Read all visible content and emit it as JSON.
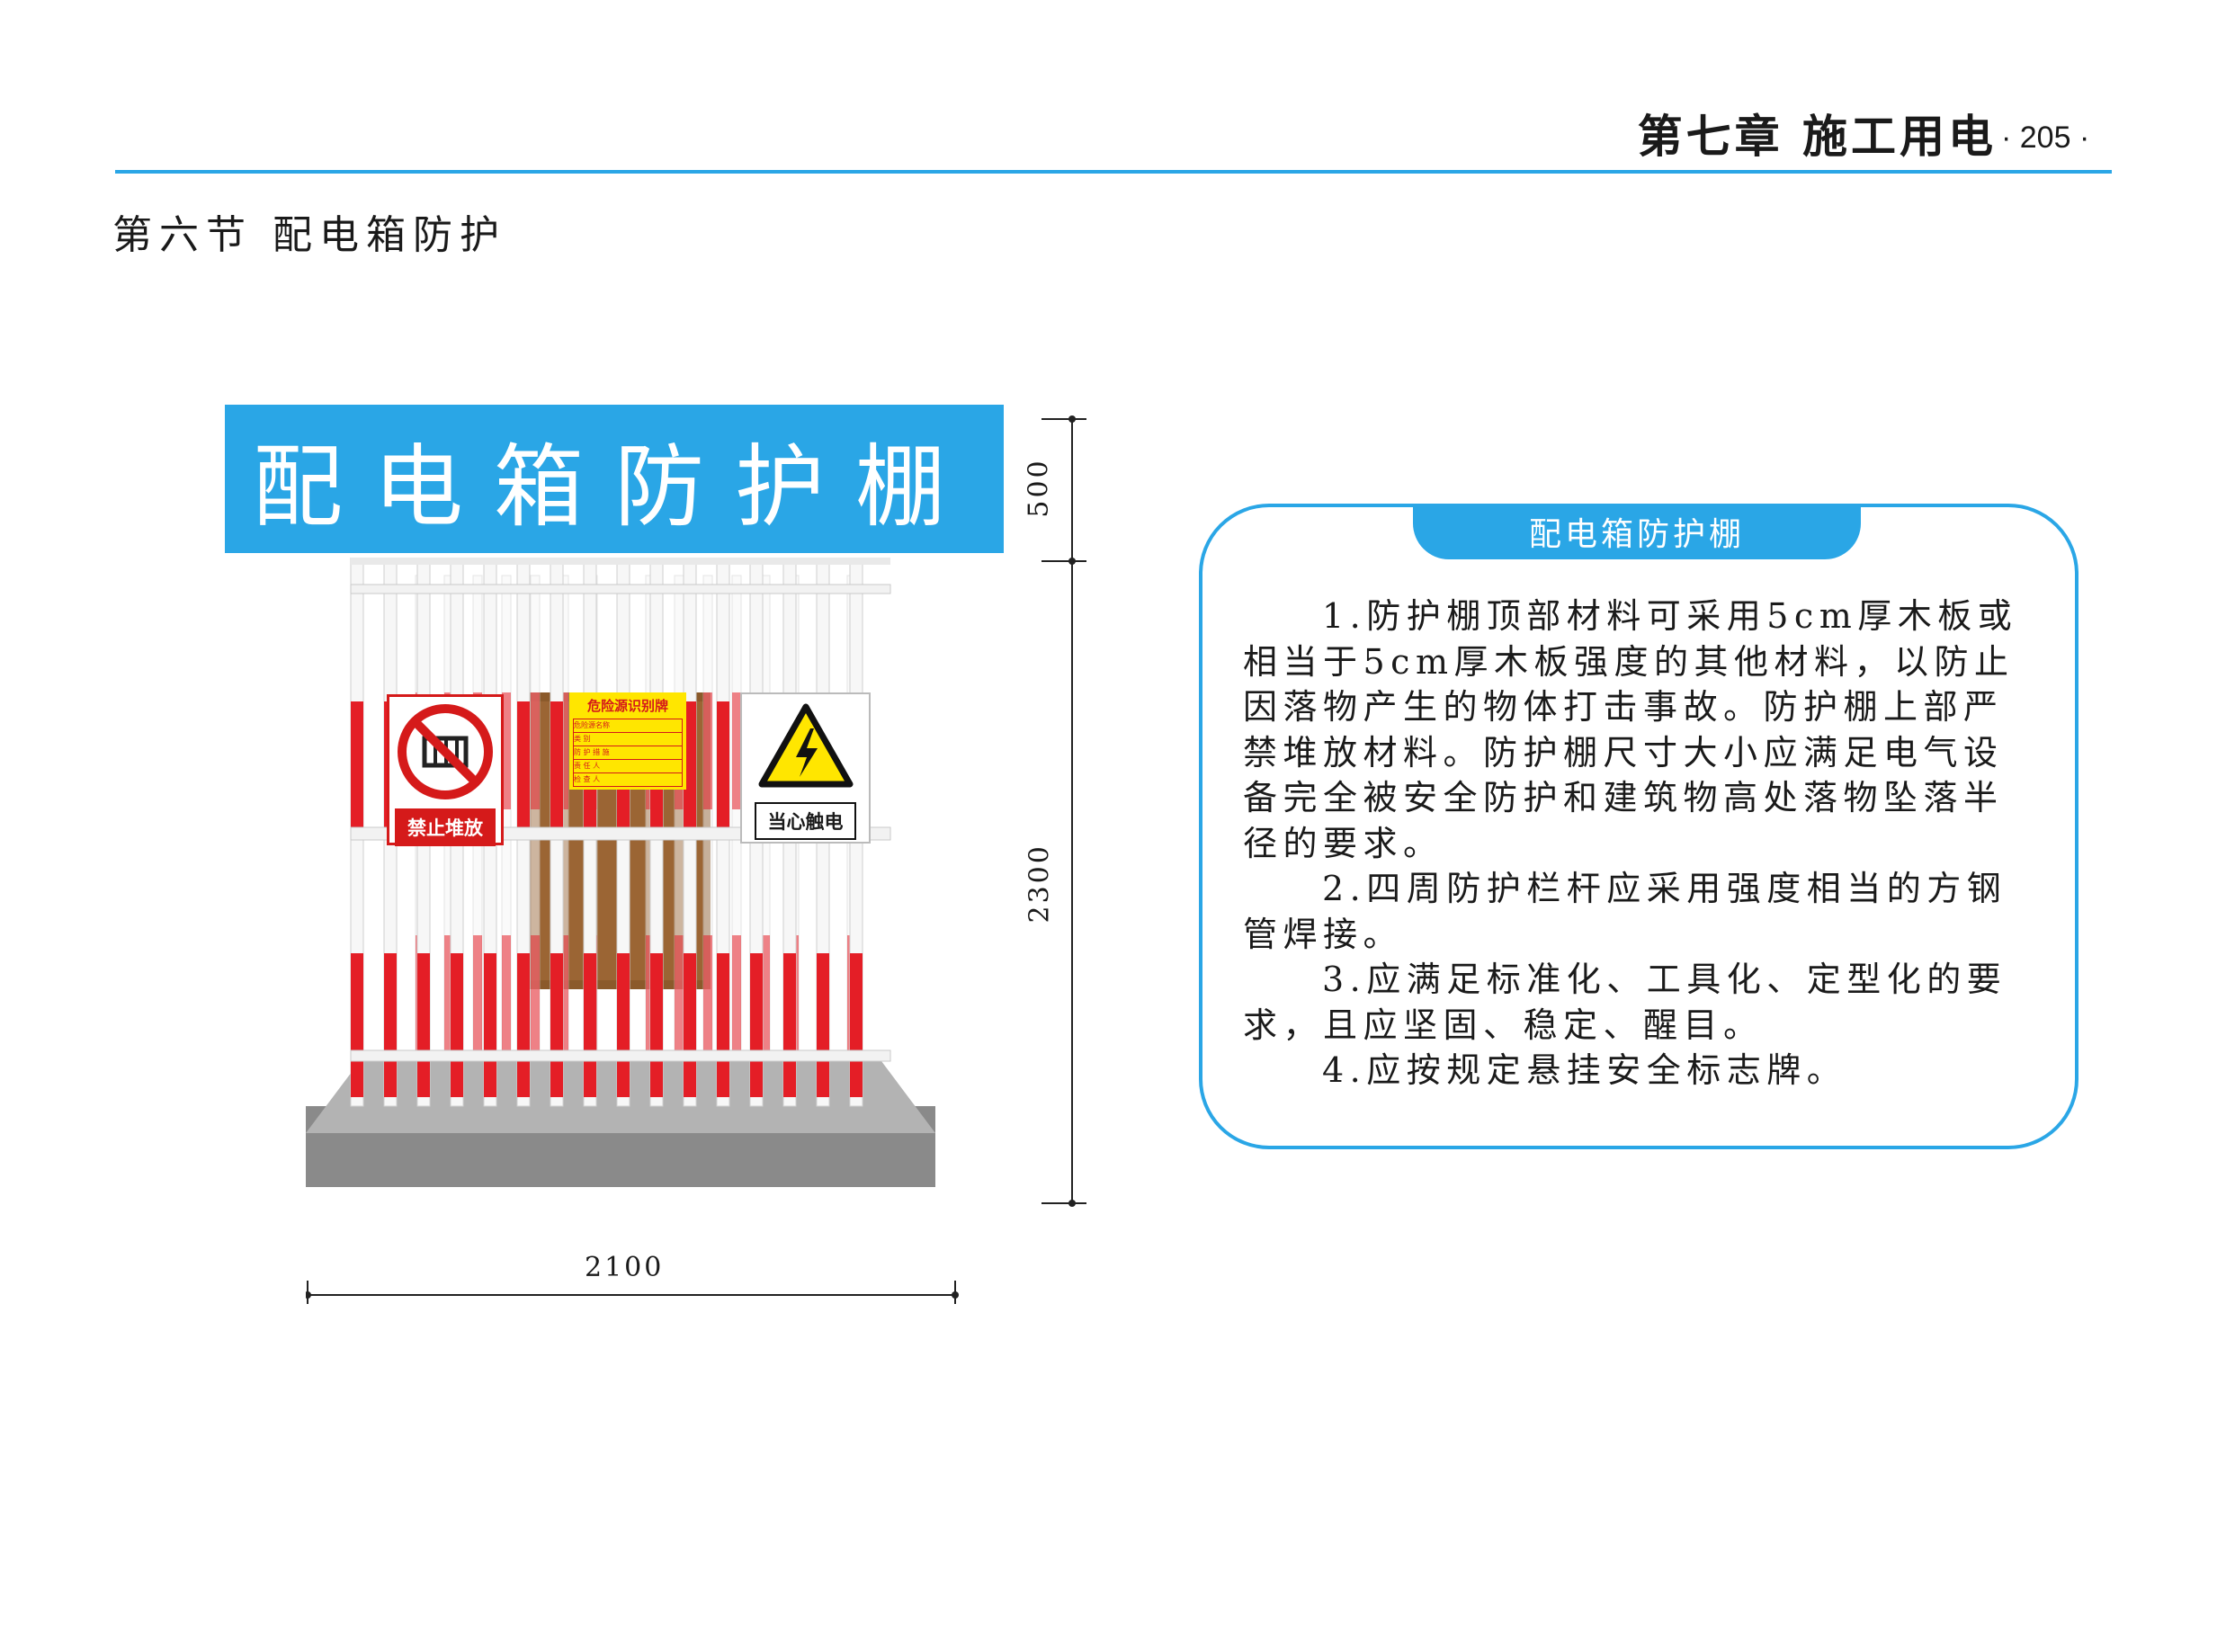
{
  "header": {
    "chapter_title": "第七章  施工用电",
    "page_number": "· 205 ·"
  },
  "section": {
    "title": "第六节   配电箱防护"
  },
  "illustration": {
    "canopy_sign_text": "配电箱防护棚",
    "signs": {
      "no_stacking_label": "禁止堆放",
      "hazard_board_title": "危险源识别牌",
      "hazard_board_rows": [
        "危险源名称",
        "类    别",
        "防 护 措 施",
        "责  任  人",
        "检  查  人"
      ],
      "electric_shock_label": "当心触电"
    },
    "dimensions": {
      "width": "2100",
      "body_height": "2300",
      "top_height": "500"
    }
  },
  "info_box": {
    "title": "配电箱防护棚",
    "items": [
      "1.防护棚顶部材料可采用5cm厚木板或相当于5cm厚木板强度的其他材料，以防止因落物产生的物体打击事故。防护棚上部严禁堆放材料。防护棚尺寸大小应满足电气设备完全被安全防护和建筑物高处落物坠落半径的要求。",
      "2.四周防护栏杆应采用强度相当的方钢管焊接。",
      "3.应满足标准化、工具化、定型化的要求，且应坚固、稳定、醒目。",
      "4.应按规定悬挂安全标志牌。"
    ]
  },
  "colors": {
    "accent_blue": "#2aa6e6",
    "fence_red": "#e41e26",
    "floor_gray": "#8a8a8a",
    "cabinet_brown": "#8b5a2b",
    "warning_yellow": "#ffe600"
  }
}
